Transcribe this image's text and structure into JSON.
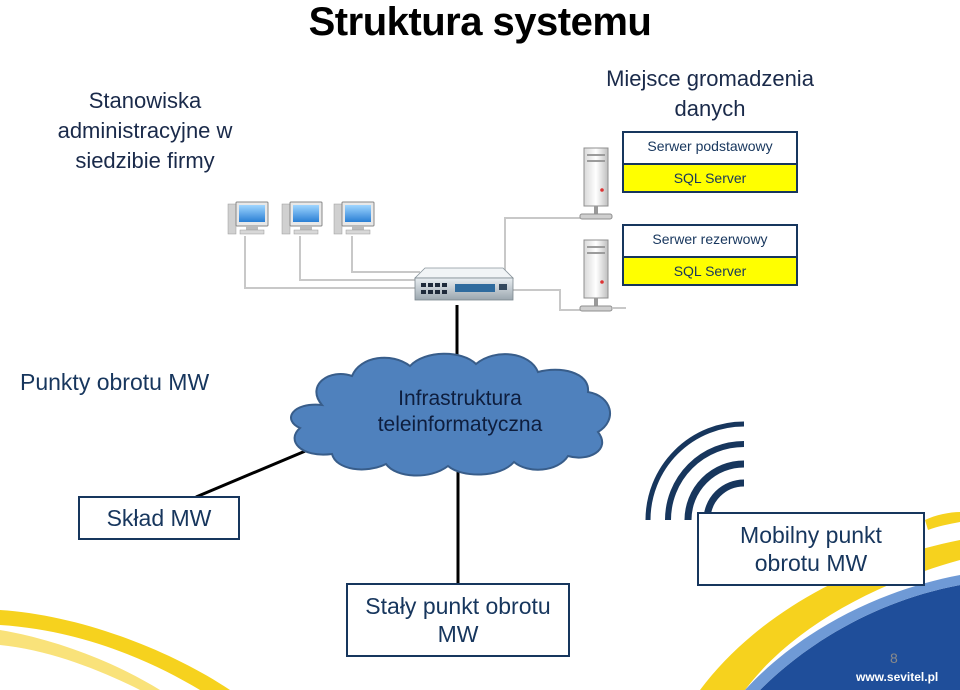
{
  "title": "Struktura systemu",
  "admin_label": "Stanowiska administracyjne w siedzibie firmy",
  "storage_label": "Miejsce gromadzenia danych",
  "primary_server": {
    "label": "Serwer podstawowy",
    "db": "SQL Server"
  },
  "backup_server": {
    "label": "Serwer rezerwowy",
    "db": "SQL Server"
  },
  "pos_label": "Punkty obrotu MW",
  "cloud_label": "Infrastruktura teleinformatyczna",
  "warehouse_label": "Skład MW",
  "fixed_point_label": "Stały punkt obrotu MW",
  "mobile_point_label": "Mobilny punkt obrotu MW",
  "page_number": "8",
  "footer_url": "www.sevitel.pl",
  "colors": {
    "accent_yellow": "#ffff00",
    "cloud_blue": "#4f81bd",
    "cloud_border": "#385d8a",
    "box_border": "#17365d",
    "swoosh_yellow": "#f6d21e",
    "swoosh_blue": "#1f4e9a"
  }
}
